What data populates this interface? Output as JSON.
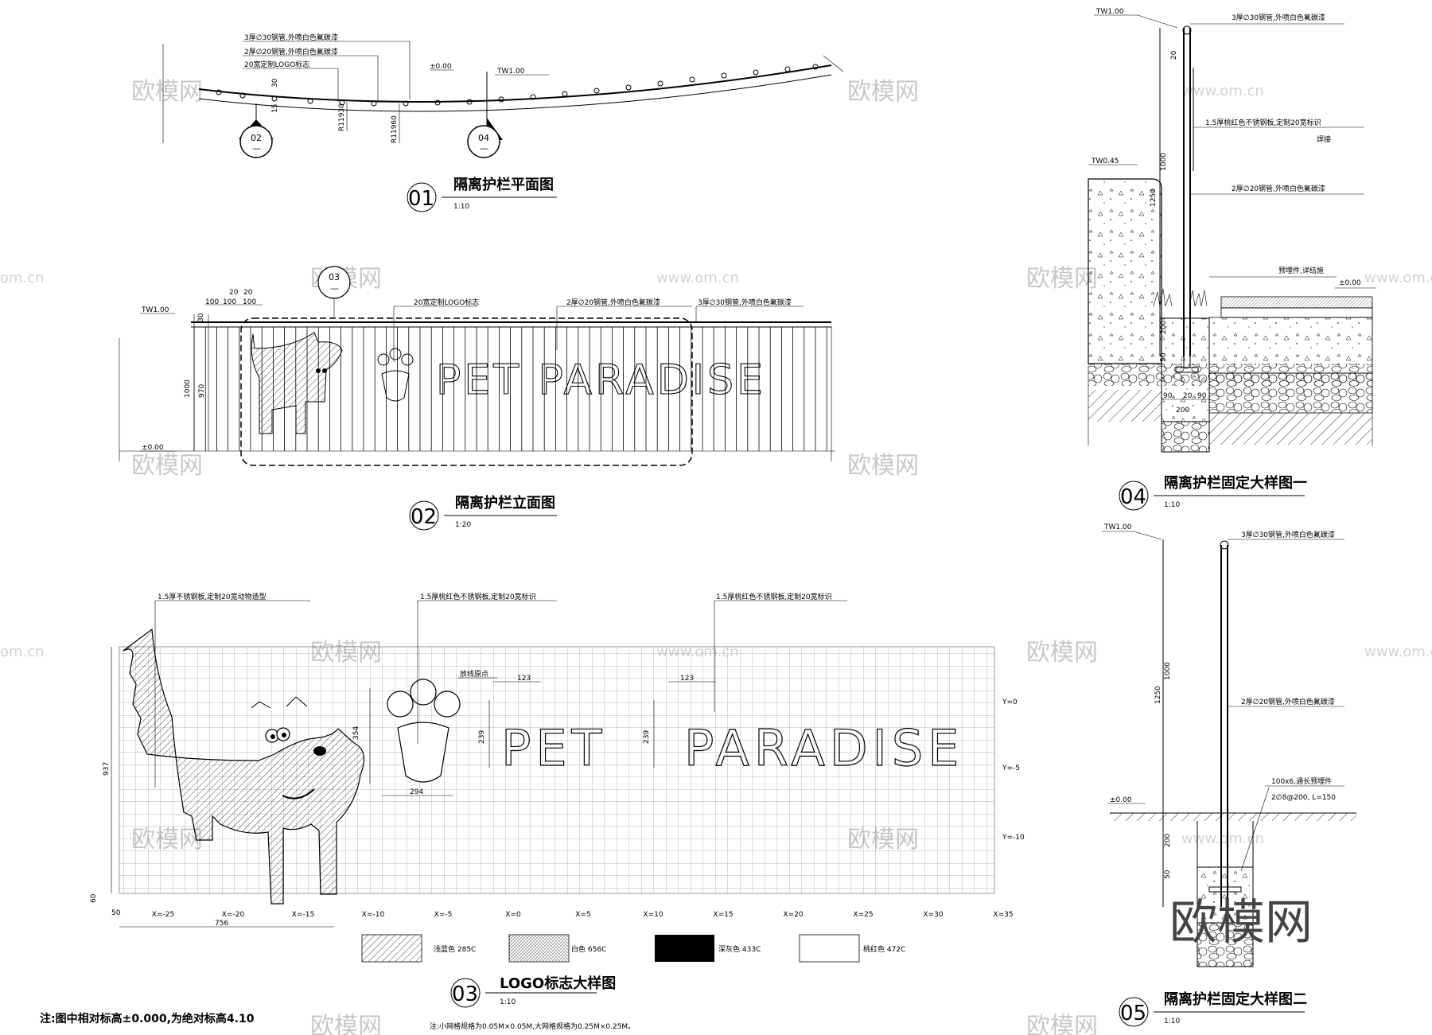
{
  "watermark": {
    "cn": "欧模网",
    "url": "www.om.cn",
    "side": "om.cn"
  },
  "brand": "欧模网",
  "d01": {
    "num": "01",
    "title": "隔离护栏平面图",
    "scale": "1:10",
    "callouts": [
      "3厚∅30钢管,外喷白色氟碳漆",
      "2厚∅20钢管,外喷白色氟碳漆",
      "20宽定制LOGO标志"
    ],
    "elev0": "±0.00",
    "tw": "TW1.00",
    "dims": [
      "30",
      "15"
    ],
    "r1": "R11930",
    "r2": "R11960",
    "sec02": "02",
    "sec04": "04",
    "dash": "—"
  },
  "d02": {
    "num": "02",
    "title": "隔离护栏立面图",
    "scale": "1:20",
    "tw": "TW1.00",
    "elev0": "±0.00",
    "topdims": [
      "20",
      "20",
      "20",
      "100",
      "100",
      "100"
    ],
    "vdims": [
      "30",
      "1000",
      "970"
    ],
    "sec03": "03",
    "dash": "—",
    "callouts": [
      "20宽定制LOGO标志",
      "2厚∅20钢管,外喷白色氟碳漆",
      "3厚∅30钢管,外喷白色氟碳漆"
    ],
    "logo": "PET PARADISE"
  },
  "d03": {
    "num": "03",
    "title": "LOGO标志大样图",
    "scale": "1:10",
    "callouts": [
      "1.5厚不锈钢板,定制20宽动物造型",
      "1.5厚桃红色不锈钢板,定制20宽标识",
      "1.5厚桃红色不锈钢板,定制20宽标识"
    ],
    "origin": "放线原点",
    "dims": [
      "123",
      "123",
      "354",
      "239",
      "239",
      "294",
      "937",
      "60",
      "50",
      "50",
      "756"
    ],
    "xaxis": [
      "X=-25",
      "X=-20",
      "X=-15",
      "X=-10",
      "X=-5",
      "X=0",
      "X=5",
      "X=10",
      "X=15",
      "X=20",
      "X=25",
      "X=30",
      "X=35"
    ],
    "yaxis": [
      "Y=0",
      "Y=-5",
      "Y=-10"
    ],
    "legend": [
      "浅蓝色 285C",
      "白色 656C",
      "深灰色 433C",
      "桃红色 472C"
    ],
    "logo1": "PET",
    "logo2": "PARADISE",
    "note": "注:小网格规格为0.05M×0.05M,大网格规格为0.25M×0.25M。"
  },
  "d04": {
    "num": "04",
    "title": "隔离护栏固定大样图一",
    "scale": "1:10",
    "tw1": "TW1.00",
    "tw045": "TW0.45",
    "elev0": "±0.00",
    "callouts": [
      "3厚∅30钢管,外喷白色氟碳漆",
      "1.5厚桃红色不锈钢板,定制20宽标识",
      "焊接",
      "2厚∅20钢管,外喷白色氟碳漆",
      "预埋件,详结施"
    ],
    "dims": [
      "20",
      "1000",
      "1250",
      "200",
      "50",
      "90",
      "20",
      "90",
      "200"
    ]
  },
  "d05": {
    "num": "05",
    "title": "隔离护栏固定大样图二",
    "scale": "1:10",
    "tw1": "TW1.00",
    "elev0": "±0.00",
    "callouts": [
      "3厚∅30钢管,外喷白色氟碳漆",
      "2厚∅20钢管,外喷白色氟碳漆",
      "100x6,通长预埋件",
      "2∅8@200, L=150"
    ],
    "dims": [
      "1000",
      "1250",
      "200",
      "50"
    ]
  },
  "note": "注:图中相对标高±0.000,为绝对标高4.10"
}
